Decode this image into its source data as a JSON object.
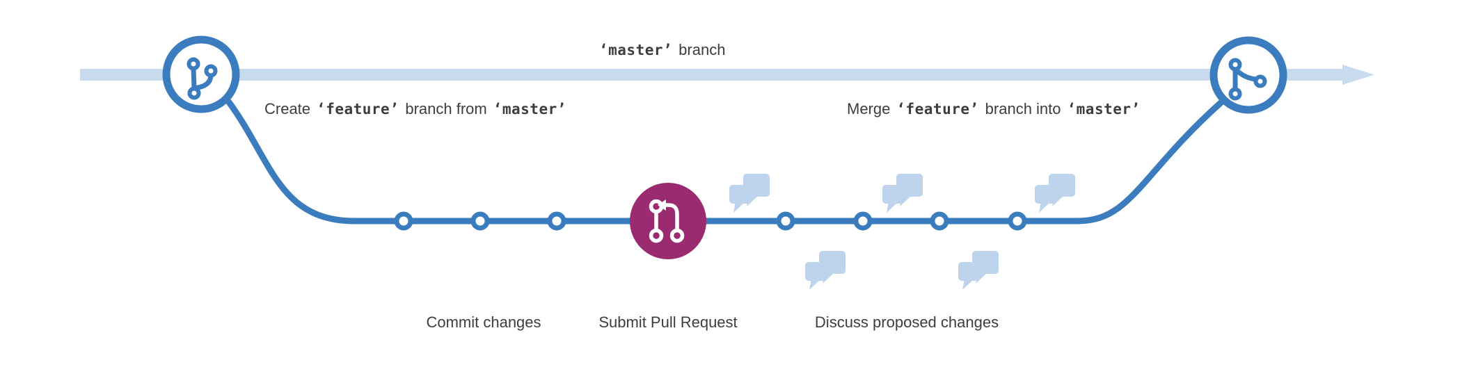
{
  "colors": {
    "accent_blue": "#3a7cbe",
    "master_light_blue": "#c7daee",
    "bubble_light_blue": "#bdd4ec",
    "pull_request_magenta": "#9b2b70",
    "text_gray": "#3d3d3d",
    "white": "#ffffff"
  },
  "master_label": {
    "code": "‘master’",
    "text": "branch"
  },
  "create_label": {
    "pre": "Create",
    "code_feature": "‘feature’",
    "mid": "branch from",
    "code_master": "‘master’"
  },
  "merge_label": {
    "pre": "Merge",
    "code_feature": "‘feature’",
    "mid": "branch into",
    "code_master": "‘master’"
  },
  "steps": {
    "commit": "Commit changes",
    "pull_request": "Submit Pull Request",
    "discuss": "Discuss proposed changes"
  },
  "icons": {
    "left_node": "git-branch-icon",
    "right_node": "git-merge-icon",
    "center_node": "pull-request-icon",
    "discussion": "chat-bubbles-icon"
  }
}
